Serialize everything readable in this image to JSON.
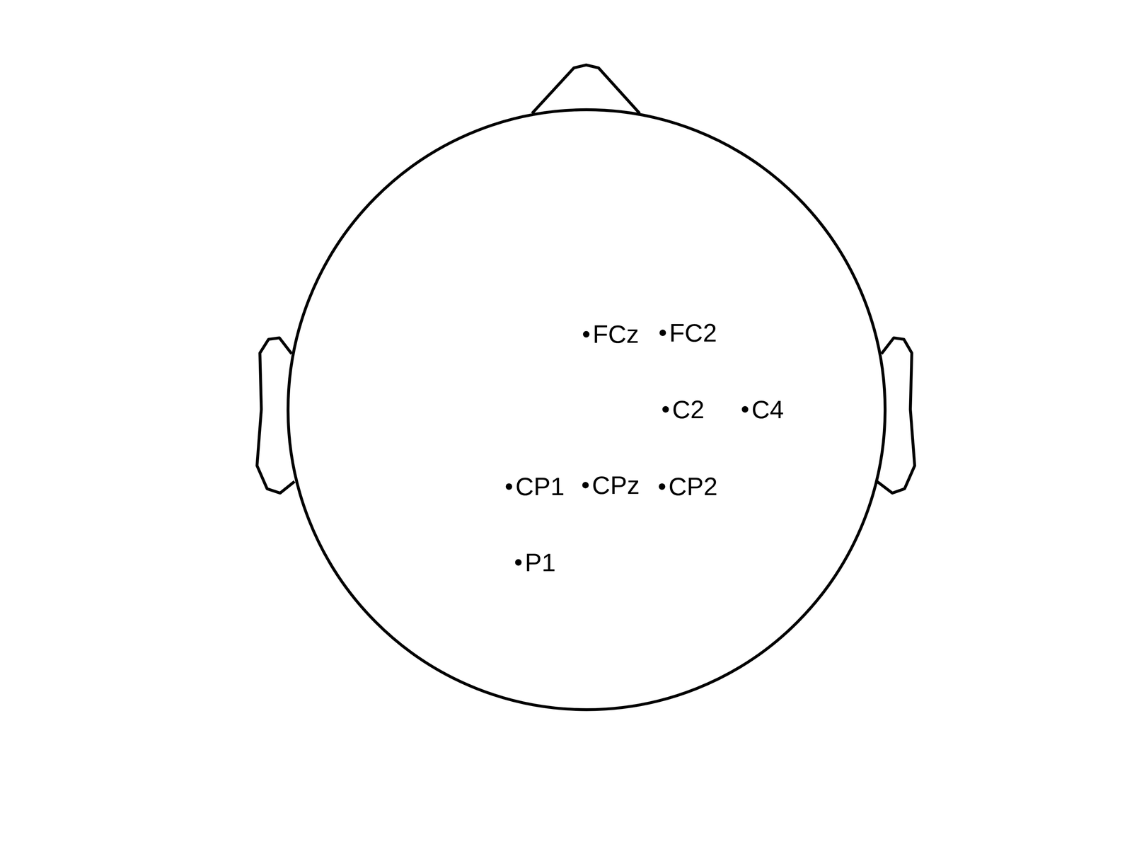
{
  "diagram": {
    "labels": [
      "FCz",
      "FC2",
      "C2",
      "C4",
      "CP1",
      "CPz",
      "CP2",
      "P1"
    ]
  }
}
